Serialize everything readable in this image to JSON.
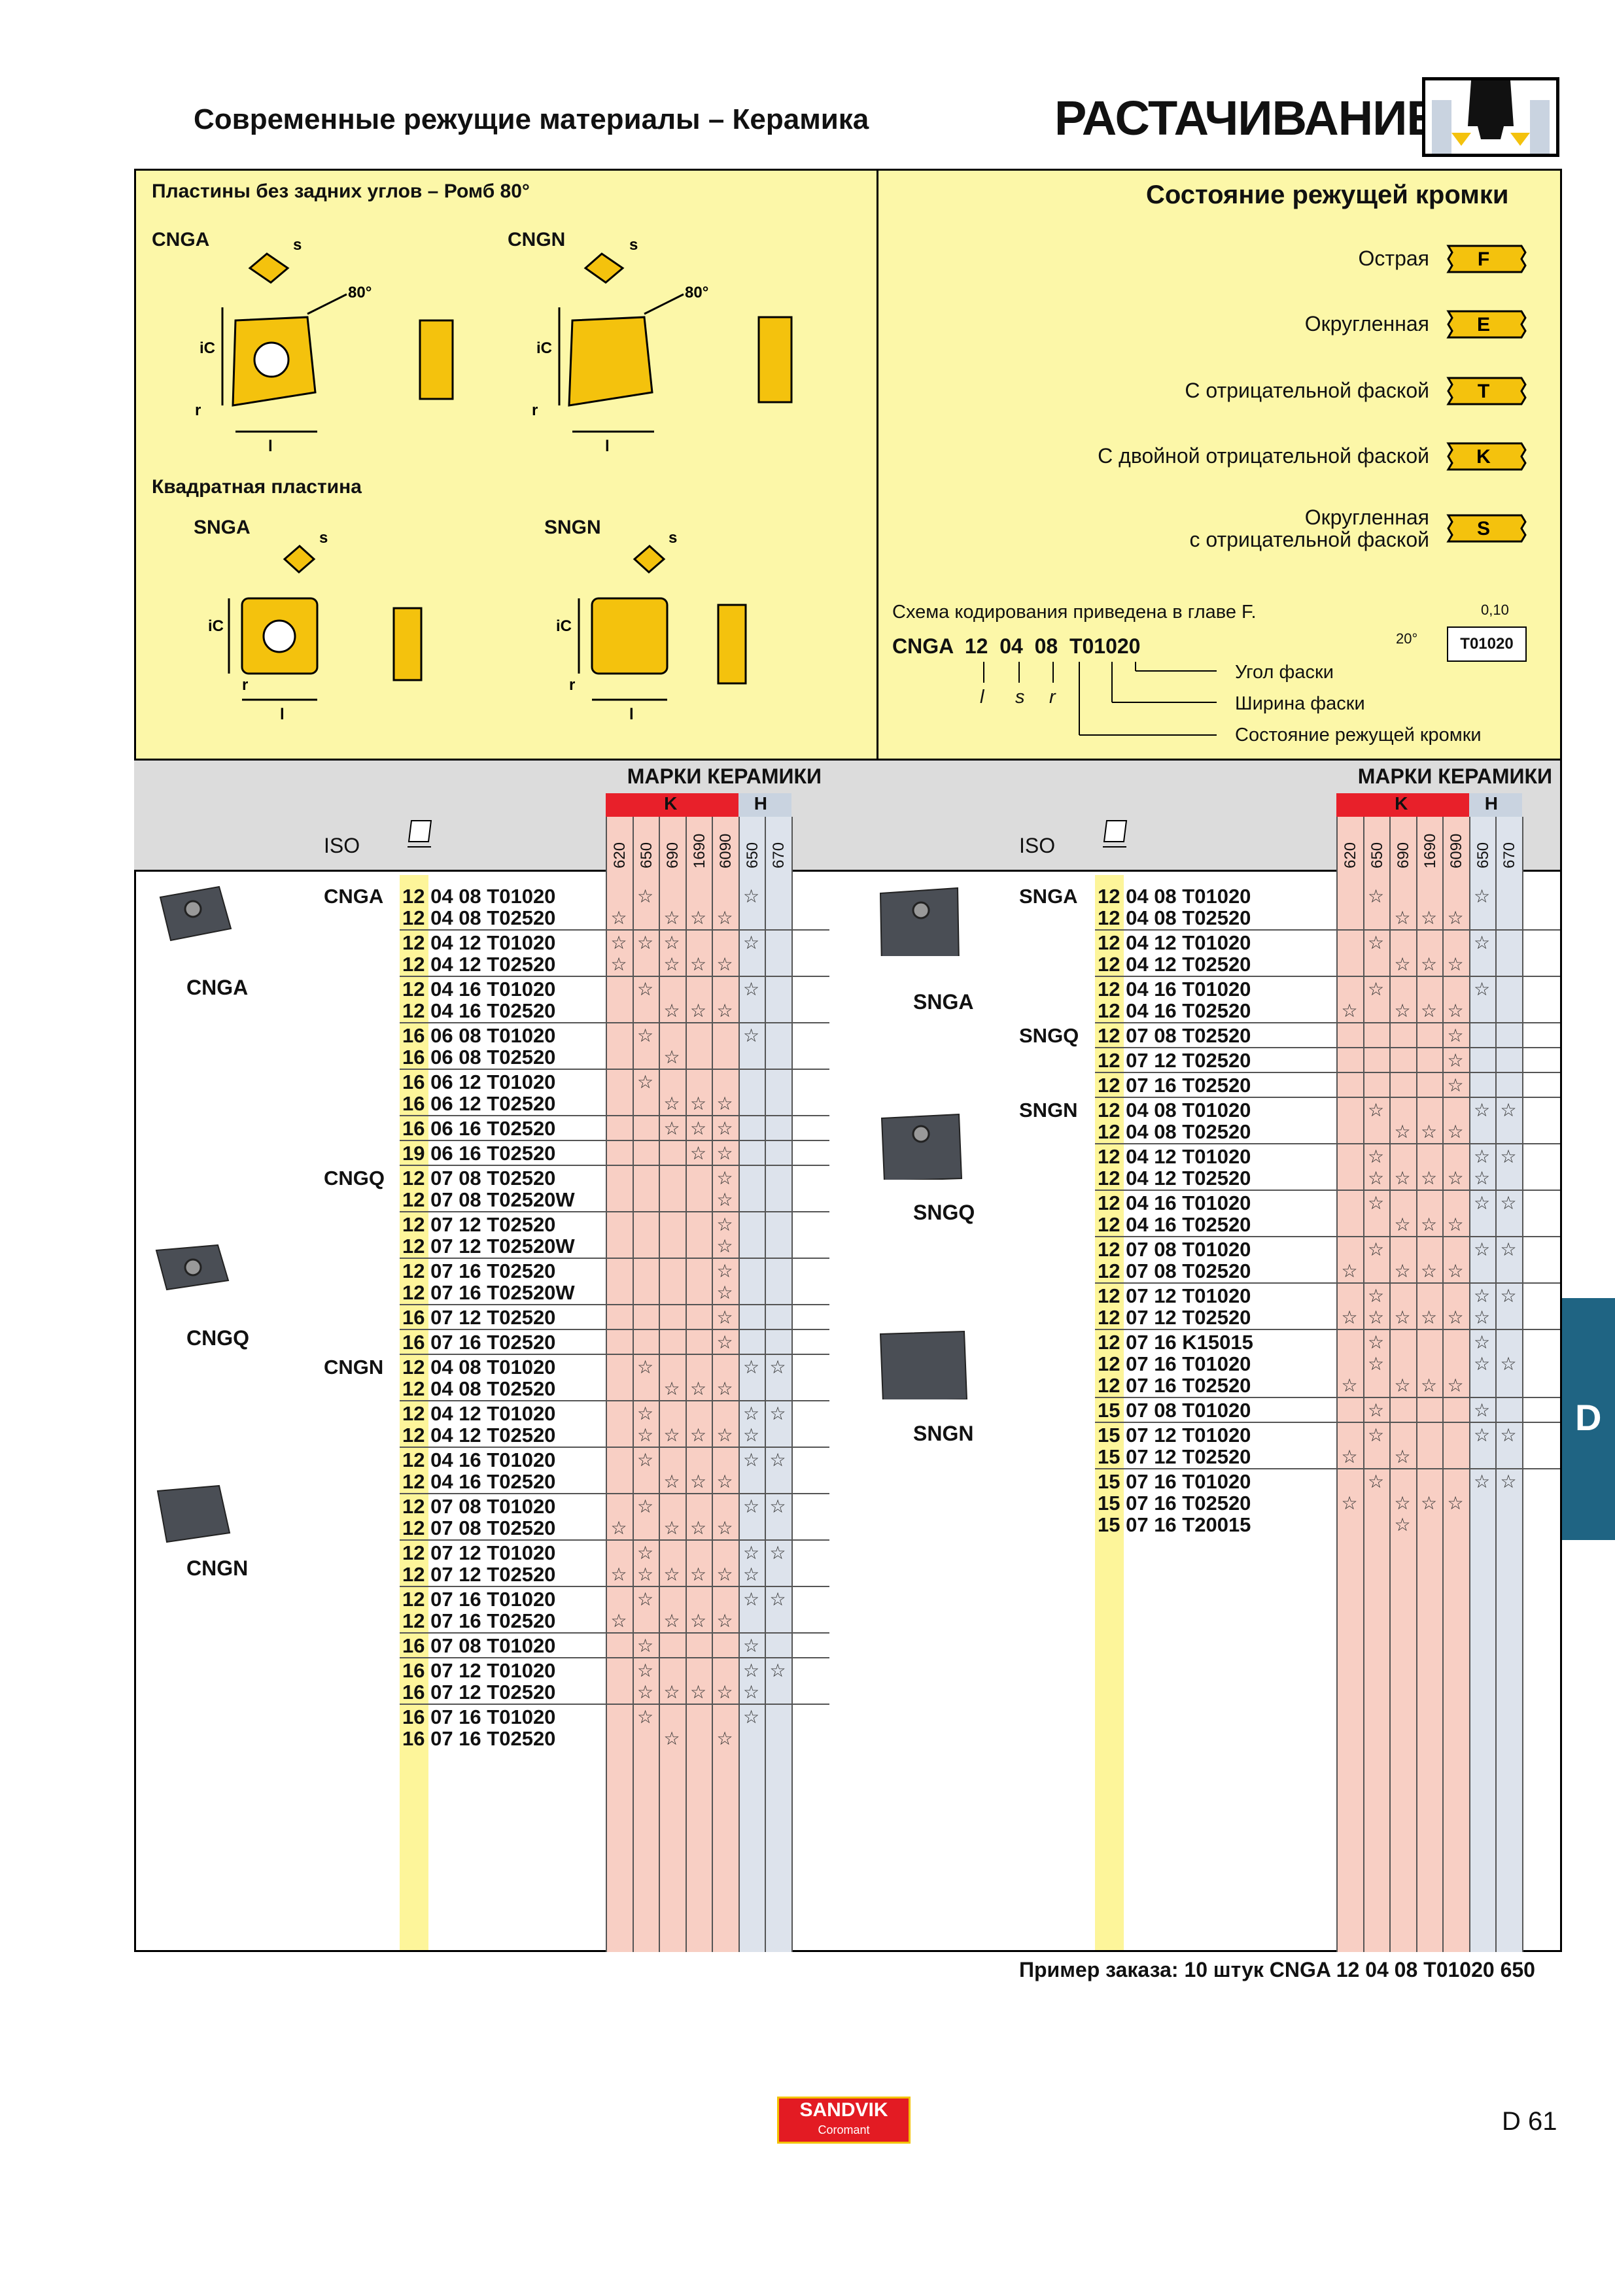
{
  "header": {
    "subtitle": "Современные режущие материалы – Керамика",
    "title": "РАСТАЧИВАНИЕ"
  },
  "top_left": {
    "title1": "Пластины без задних углов – Ромб 80°",
    "title2": "Квадратная пластина",
    "shapes": [
      "CNGA",
      "CNGN",
      "SNGA",
      "SNGN"
    ],
    "dims": {
      "s": "s",
      "ic": "iC",
      "re": "r",
      "l": "l",
      "angle": "80°"
    }
  },
  "edge": {
    "title": "Состояние режущей кромки",
    "items": [
      {
        "label": "Острая",
        "code": "F"
      },
      {
        "label": "Округленная",
        "code": "E"
      },
      {
        "label": "С отрицательной фаской",
        "code": "T"
      },
      {
        "label": "С двойной отрицательной фаской",
        "code": "K"
      },
      {
        "label": "Округленная\nс отрицательной фаской",
        "code": "S"
      }
    ]
  },
  "coding": {
    "note": "Схема кодирования приведена в главе F.",
    "example": "CNGA  12  04  08  T01020",
    "arrows": [
      "l",
      "s",
      "r"
    ],
    "legends": [
      "Угол фаски",
      "Ширина фаски",
      "Состояние режущей кромки"
    ],
    "angle": "20°",
    "width": "0,10",
    "code": "T01020"
  },
  "table_header": {
    "title": "МАРКИ КЕРАМИКИ",
    "iso": "ISO",
    "groupK": "K",
    "groupH": "H",
    "grades": [
      "620",
      "650",
      "690",
      "1690",
      "6090",
      "650",
      "670"
    ]
  },
  "left_table": {
    "families": [
      {
        "name": "CNGA",
        "label": "CNGA"
      },
      {
        "name": "CNGQ",
        "label": "CNGQ"
      },
      {
        "name": "CNGN",
        "label": "CNGN"
      }
    ],
    "rows": [
      {
        "fam": "CNGA",
        "size": "12",
        "code": " 04 08 T01020",
        "stars": [
          0,
          1,
          0,
          0,
          0,
          1,
          0
        ]
      },
      {
        "fam": "",
        "size": "12",
        "code": " 04 08 T02520",
        "stars": [
          1,
          0,
          1,
          1,
          1,
          0,
          0
        ]
      },
      {
        "fam": "",
        "size": "12",
        "code": " 04 12 T01020",
        "stars": [
          1,
          1,
          1,
          0,
          0,
          1,
          0
        ]
      },
      {
        "fam": "",
        "size": "12",
        "code": " 04 12 T02520",
        "stars": [
          1,
          0,
          1,
          1,
          1,
          0,
          0
        ]
      },
      {
        "fam": "",
        "size": "12",
        "code": " 04 16 T01020",
        "stars": [
          0,
          1,
          0,
          0,
          0,
          1,
          0
        ]
      },
      {
        "fam": "",
        "size": "12",
        "code": " 04 16 T02520",
        "stars": [
          0,
          0,
          1,
          1,
          1,
          0,
          0
        ]
      },
      {
        "fam": "",
        "size": "16",
        "code": " 06 08 T01020",
        "stars": [
          0,
          1,
          0,
          0,
          0,
          1,
          0
        ]
      },
      {
        "fam": "",
        "size": "16",
        "code": " 06 08 T02520",
        "stars": [
          0,
          0,
          1,
          0,
          0,
          0,
          0
        ]
      },
      {
        "fam": "",
        "size": "16",
        "code": " 06 12 T01020",
        "stars": [
          0,
          1,
          0,
          0,
          0,
          0,
          0
        ]
      },
      {
        "fam": "",
        "size": "16",
        "code": " 06 12 T02520",
        "stars": [
          0,
          0,
          1,
          1,
          1,
          0,
          0
        ]
      },
      {
        "fam": "",
        "size": "16",
        "code": " 06 16 T02520",
        "stars": [
          0,
          0,
          1,
          1,
          1,
          0,
          0
        ]
      },
      {
        "fam": "",
        "size": "19",
        "code": " 06 16 T02520",
        "stars": [
          0,
          0,
          0,
          1,
          1,
          0,
          0
        ]
      },
      {
        "fam": "CNGQ",
        "size": "12",
        "code": " 07 08 T02520",
        "stars": [
          0,
          0,
          0,
          0,
          1,
          0,
          0
        ]
      },
      {
        "fam": "",
        "size": "12",
        "code": " 07 08 T02520W",
        "stars": [
          0,
          0,
          0,
          0,
          1,
          0,
          0
        ]
      },
      {
        "fam": "",
        "size": "12",
        "code": " 07 12 T02520",
        "stars": [
          0,
          0,
          0,
          0,
          1,
          0,
          0
        ]
      },
      {
        "fam": "",
        "size": "12",
        "code": " 07 12 T02520W",
        "stars": [
          0,
          0,
          0,
          0,
          1,
          0,
          0
        ]
      },
      {
        "fam": "",
        "size": "12",
        "code": " 07 16 T02520",
        "stars": [
          0,
          0,
          0,
          0,
          1,
          0,
          0
        ]
      },
      {
        "fam": "",
        "size": "12",
        "code": " 07 16 T02520W",
        "stars": [
          0,
          0,
          0,
          0,
          1,
          0,
          0
        ]
      },
      {
        "fam": "",
        "size": "16",
        "code": " 07 12 T02520",
        "stars": [
          0,
          0,
          0,
          0,
          1,
          0,
          0
        ]
      },
      {
        "fam": "",
        "size": "16",
        "code": " 07 16 T02520",
        "stars": [
          0,
          0,
          0,
          0,
          1,
          0,
          0
        ]
      },
      {
        "fam": "CNGN",
        "size": "12",
        "code": " 04 08 T01020",
        "stars": [
          0,
          1,
          0,
          0,
          0,
          1,
          1
        ]
      },
      {
        "fam": "",
        "size": "12",
        "code": " 04 08 T02520",
        "stars": [
          0,
          0,
          1,
          1,
          1,
          0,
          0
        ]
      },
      {
        "fam": "",
        "size": "12",
        "code": " 04 12 T01020",
        "stars": [
          0,
          1,
          0,
          0,
          0,
          1,
          1
        ]
      },
      {
        "fam": "",
        "size": "12",
        "code": " 04 12 T02520",
        "stars": [
          0,
          1,
          1,
          1,
          1,
          1,
          0
        ]
      },
      {
        "fam": "",
        "size": "12",
        "code": " 04 16 T01020",
        "stars": [
          0,
          1,
          0,
          0,
          0,
          1,
          1
        ]
      },
      {
        "fam": "",
        "size": "12",
        "code": " 04 16 T02520",
        "stars": [
          0,
          0,
          1,
          1,
          1,
          0,
          0
        ]
      },
      {
        "fam": "",
        "size": "12",
        "code": " 07 08 T01020",
        "stars": [
          0,
          1,
          0,
          0,
          0,
          1,
          1
        ]
      },
      {
        "fam": "",
        "size": "12",
        "code": " 07 08 T02520",
        "stars": [
          1,
          0,
          1,
          1,
          1,
          0,
          0
        ]
      },
      {
        "fam": "",
        "size": "12",
        "code": " 07 12 T01020",
        "stars": [
          0,
          1,
          0,
          0,
          0,
          1,
          1
        ]
      },
      {
        "fam": "",
        "size": "12",
        "code": " 07 12 T02520",
        "stars": [
          1,
          1,
          1,
          1,
          1,
          1,
          0
        ]
      },
      {
        "fam": "",
        "size": "12",
        "code": " 07 16 T01020",
        "stars": [
          0,
          1,
          0,
          0,
          0,
          1,
          1
        ]
      },
      {
        "fam": "",
        "size": "12",
        "code": " 07 16 T02520",
        "stars": [
          1,
          0,
          1,
          1,
          1,
          0,
          0
        ]
      },
      {
        "fam": "",
        "size": "16",
        "code": " 07 08 T01020",
        "stars": [
          0,
          1,
          0,
          0,
          0,
          1,
          0
        ]
      },
      {
        "fam": "",
        "size": "16",
        "code": " 07 12 T01020",
        "stars": [
          0,
          1,
          0,
          0,
          0,
          1,
          1
        ]
      },
      {
        "fam": "",
        "size": "16",
        "code": " 07 12 T02520",
        "stars": [
          0,
          1,
          1,
          1,
          1,
          1,
          0
        ]
      },
      {
        "fam": "",
        "size": "16",
        "code": " 07 16 T01020",
        "stars": [
          0,
          1,
          0,
          0,
          0,
          1,
          0
        ]
      },
      {
        "fam": "",
        "size": "16",
        "code": " 07 16 T02520",
        "stars": [
          0,
          0,
          1,
          0,
          1,
          0,
          0
        ]
      }
    ]
  },
  "right_table": {
    "families": [
      {
        "name": "SNGA",
        "label": "SNGA"
      },
      {
        "name": "SNGQ",
        "label": "SNGQ"
      },
      {
        "name": "SNGN",
        "label": "SNGN"
      }
    ],
    "rows": [
      {
        "fam": "SNGA",
        "size": "12",
        "code": " 04 08 T01020",
        "stars": [
          0,
          1,
          0,
          0,
          0,
          1,
          0
        ]
      },
      {
        "fam": "",
        "size": "12",
        "code": " 04 08 T02520",
        "stars": [
          0,
          0,
          1,
          1,
          1,
          0,
          0
        ]
      },
      {
        "fam": "",
        "size": "12",
        "code": " 04 12 T01020",
        "stars": [
          0,
          1,
          0,
          0,
          0,
          1,
          0
        ]
      },
      {
        "fam": "",
        "size": "12",
        "code": " 04 12 T02520",
        "stars": [
          0,
          0,
          1,
          1,
          1,
          0,
          0
        ]
      },
      {
        "fam": "",
        "size": "12",
        "code": " 04 16 T01020",
        "stars": [
          0,
          1,
          0,
          0,
          0,
          1,
          0
        ]
      },
      {
        "fam": "",
        "size": "12",
        "code": " 04 16 T02520",
        "stars": [
          1,
          0,
          1,
          1,
          1,
          0,
          0
        ]
      },
      {
        "fam": "SNGQ",
        "size": "12",
        "code": " 07 08 T02520",
        "stars": [
          0,
          0,
          0,
          0,
          1,
          0,
          0
        ]
      },
      {
        "fam": "",
        "size": "12",
        "code": " 07 12 T02520",
        "stars": [
          0,
          0,
          0,
          0,
          1,
          0,
          0
        ]
      },
      {
        "fam": "",
        "size": "12",
        "code": " 07 16 T02520",
        "stars": [
          0,
          0,
          0,
          0,
          1,
          0,
          0
        ]
      },
      {
        "fam": "SNGN",
        "size": "12",
        "code": " 04 08 T01020",
        "stars": [
          0,
          1,
          0,
          0,
          0,
          1,
          1
        ]
      },
      {
        "fam": "",
        "size": "12",
        "code": " 04 08 T02520",
        "stars": [
          0,
          0,
          1,
          1,
          1,
          0,
          0
        ]
      },
      {
        "fam": "",
        "size": "12",
        "code": " 04 12 T01020",
        "stars": [
          0,
          1,
          0,
          0,
          0,
          1,
          1
        ]
      },
      {
        "fam": "",
        "size": "12",
        "code": " 04 12 T02520",
        "stars": [
          0,
          1,
          1,
          1,
          1,
          1,
          0
        ]
      },
      {
        "fam": "",
        "size": "12",
        "code": " 04 16 T01020",
        "stars": [
          0,
          1,
          0,
          0,
          0,
          1,
          1
        ]
      },
      {
        "fam": "",
        "size": "12",
        "code": " 04 16 T02520",
        "stars": [
          0,
          0,
          1,
          1,
          1,
          0,
          0
        ]
      },
      {
        "fam": "",
        "size": "12",
        "code": " 07 08 T01020",
        "stars": [
          0,
          1,
          0,
          0,
          0,
          1,
          1
        ]
      },
      {
        "fam": "",
        "size": "12",
        "code": " 07 08 T02520",
        "stars": [
          1,
          0,
          1,
          1,
          1,
          0,
          0
        ]
      },
      {
        "fam": "",
        "size": "12",
        "code": " 07 12 T01020",
        "stars": [
          0,
          1,
          0,
          0,
          0,
          1,
          1
        ]
      },
      {
        "fam": "",
        "size": "12",
        "code": " 07 12 T02520",
        "stars": [
          1,
          1,
          1,
          1,
          1,
          1,
          0
        ]
      },
      {
        "fam": "",
        "size": "12",
        "code": " 07 16 K15015",
        "stars": [
          0,
          1,
          0,
          0,
          0,
          1,
          0
        ]
      },
      {
        "fam": "",
        "size": "12",
        "code": " 07 16 T01020",
        "stars": [
          0,
          1,
          0,
          0,
          0,
          1,
          1
        ]
      },
      {
        "fam": "",
        "size": "12",
        "code": " 07 16 T02520",
        "stars": [
          1,
          0,
          1,
          1,
          1,
          0,
          0
        ]
      },
      {
        "fam": "",
        "size": "15",
        "code": " 07 08 T01020",
        "stars": [
          0,
          1,
          0,
          0,
          0,
          1,
          0
        ]
      },
      {
        "fam": "",
        "size": "15",
        "code": " 07 12 T01020",
        "stars": [
          0,
          1,
          0,
          0,
          0,
          1,
          1
        ]
      },
      {
        "fam": "",
        "size": "15",
        "code": " 07 12 T02520",
        "stars": [
          1,
          0,
          1,
          0,
          0,
          0,
          0
        ]
      },
      {
        "fam": "",
        "size": "15",
        "code": " 07 16 T01020",
        "stars": [
          0,
          1,
          0,
          0,
          0,
          1,
          1
        ]
      },
      {
        "fam": "",
        "size": "15",
        "code": " 07 16 T02520",
        "stars": [
          1,
          0,
          1,
          1,
          1,
          0,
          0
        ]
      },
      {
        "fam": "",
        "size": "15",
        "code": " 07 16 T20015",
        "stars": [
          0,
          0,
          1,
          0,
          0,
          0,
          0
        ]
      }
    ]
  },
  "star_glyph": "☆",
  "side_tab": "D",
  "order_example": "Пример заказа: 10 штук CNGA 12 04 08 T01020 650",
  "logo": {
    "brand": "SANDVIK",
    "sub": "Coromant"
  },
  "page_number": "D 61",
  "colors": {
    "yellow": "#f4c20d",
    "pale_yellow": "#fcf7a8",
    "red_header": "#e8202a",
    "blue_header": "#c9d3e0",
    "tab_blue": "#1f6483"
  }
}
